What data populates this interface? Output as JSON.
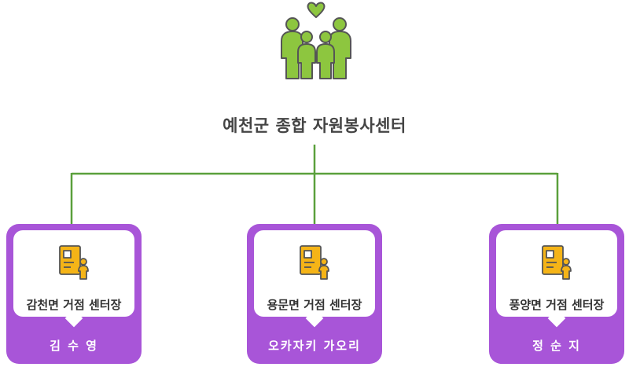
{
  "icons": {
    "family": "family-heart-icon",
    "card": "document-person-icon"
  },
  "colors": {
    "connector": "#5aa03c",
    "family_fill": "#8dc63f",
    "card_bg": "#a855d8",
    "doc_fill": "#f5b417"
  },
  "org": {
    "title": "예천군 종합 자원봉사센터"
  },
  "centers": [
    {
      "title": "감천면 거점 센터장",
      "name": "김 수 영"
    },
    {
      "title": "용문면 거점 센터장",
      "name": "오카자키 가오리"
    },
    {
      "title": "풍양면 거점 센터장",
      "name": "정 순 지"
    }
  ]
}
